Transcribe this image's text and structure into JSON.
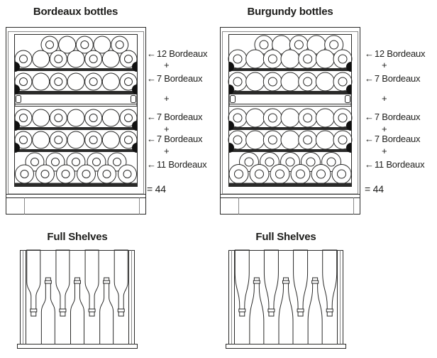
{
  "colors": {
    "line": "#2a2a29",
    "frame_gray": "#8a8a8a",
    "text": "#1d1d1b"
  },
  "sections": {
    "bordeaux": {
      "title": "Bordeaux bottles"
    },
    "burgundy": {
      "title": "Burgundy bottles"
    },
    "full_shelves_left": {
      "title": "Full Shelves"
    },
    "full_shelves_right": {
      "title": "Full Shelves"
    }
  },
  "annotations": {
    "items": [
      {
        "arrow": "←",
        "label": "12 Bordeaux"
      },
      {
        "label": "+"
      },
      {
        "arrow": "←",
        "label": "7 Bordeaux"
      },
      {
        "label": "+"
      },
      {
        "arrow": "←",
        "label": "7 Bordeaux"
      },
      {
        "label": "+"
      },
      {
        "arrow": "←",
        "label": "7 Bordeaux"
      },
      {
        "label": "+"
      },
      {
        "arrow": "←",
        "label": "11 Bordeaux"
      },
      {
        "label": "= 44"
      }
    ]
  },
  "diagram_summary": {
    "shelf_counts": [
      12,
      7,
      7,
      7,
      11
    ],
    "total_label": "= 44",
    "total": 44
  }
}
